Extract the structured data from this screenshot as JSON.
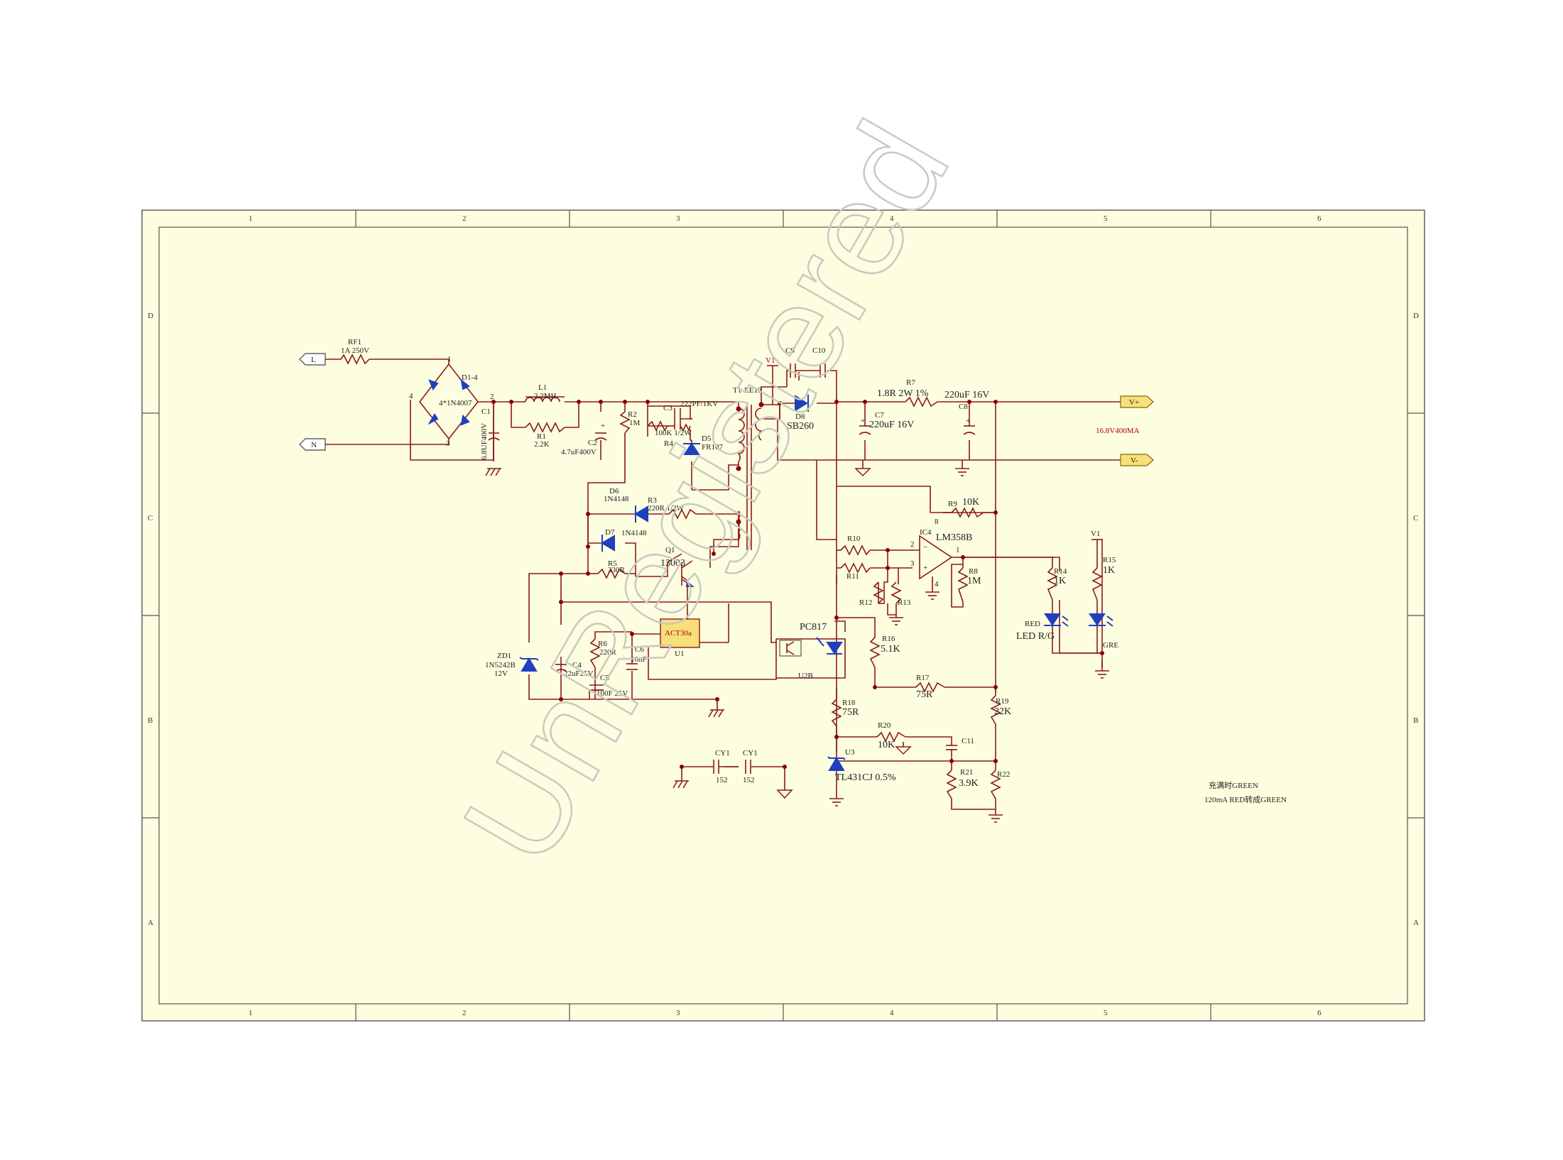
{
  "watermark": "UnRegistered",
  "frame": {
    "columns": [
      "1",
      "2",
      "3",
      "4",
      "5",
      "6"
    ],
    "rows": [
      "D",
      "C",
      "B",
      "A"
    ]
  },
  "ports": {
    "L": "L",
    "N": "N",
    "Vplus": "V+",
    "Vminus": "V-"
  },
  "output_spec": "16.8V400MA",
  "notes": [
    "充满时GREEN",
    "120mA RED转成GREEN"
  ],
  "components": {
    "RF1": {
      "ref": "RF1",
      "value": "1A 250V"
    },
    "D14": {
      "ref": "D1-4",
      "value": "4*1N4007"
    },
    "C1": {
      "ref": "C1",
      "value": "6.8UF400V"
    },
    "L1": {
      "ref": "L1",
      "value": "2.2MH"
    },
    "R1": {
      "ref": "R1",
      "value": "2.2K"
    },
    "C2": {
      "ref": "C2",
      "value": "4.7uF400V"
    },
    "R2": {
      "ref": "R2",
      "value": "1M"
    },
    "C3": {
      "ref": "C3",
      "value": "222PF/1KV"
    },
    "R4": {
      "ref": "R4",
      "value": "100K 1/2W"
    },
    "D5": {
      "ref": "D5",
      "value": "FR107"
    },
    "T1": {
      "ref": "T1",
      "value": "EE19"
    },
    "C9": {
      "ref": "C9"
    },
    "C10": {
      "ref": "C10"
    },
    "V1a": {
      "ref": "V1"
    },
    "D8": {
      "ref": "D8",
      "value": "SB260"
    },
    "R7": {
      "ref": "R7",
      "value": "1.8R 2W 1%"
    },
    "C7": {
      "ref": "C7",
      "value": "220uF 16V"
    },
    "C8": {
      "ref": "C8",
      "value": "220uF 16V"
    },
    "D6": {
      "ref": "D6",
      "value": "1N4148"
    },
    "R3": {
      "ref": "R3",
      "value": "220R 1/2W"
    },
    "D7": {
      "ref": "D7",
      "value": "1N4148"
    },
    "R5": {
      "ref": "R5",
      "value": "330R"
    },
    "Q1": {
      "ref": "Q1",
      "value": "13003"
    },
    "R9": {
      "ref": "R9",
      "value": "10K"
    },
    "IC4": {
      "ref": "IC4",
      "value": "LM358B"
    },
    "R10": {
      "ref": "R10"
    },
    "R11": {
      "ref": "R11"
    },
    "R8": {
      "ref": "R8",
      "value": "1M"
    },
    "R12": {
      "ref": "R12"
    },
    "R13": {
      "ref": "R13"
    },
    "R14": {
      "ref": "R14",
      "value": "1K"
    },
    "V1b": {
      "ref": "V1"
    },
    "R15": {
      "ref": "R15",
      "value": "1K"
    },
    "LED1": {
      "ref": "RED",
      "value": "LED R/G"
    },
    "LED2": {
      "ref": "GRE"
    },
    "ZD1": {
      "ref": "ZD1",
      "value": "1N5242B",
      "extra": "12V"
    },
    "C4": {
      "ref": "C4",
      "value": "22uF25V"
    },
    "R6": {
      "ref": "R6",
      "value": "220R"
    },
    "C6": {
      "ref": "C6",
      "value": "10nF"
    },
    "U1": {
      "ref": "U1",
      "value": "ACT30a"
    },
    "C5": {
      "ref": "C5",
      "value": "100F 25V"
    },
    "PC817": {
      "ref": "PC817",
      "sub": "U2B"
    },
    "R16": {
      "ref": "R16",
      "value": "5.1K"
    },
    "R17": {
      "ref": "R17",
      "value": "75R"
    },
    "R18": {
      "ref": "R18",
      "value": "75R"
    },
    "R19": {
      "ref": "R19",
      "value": "22K"
    },
    "R20": {
      "ref": "R20",
      "value": "10K"
    },
    "C11": {
      "ref": "C11"
    },
    "U3": {
      "ref": "U3",
      "value": "TL431CJ 0.5%"
    },
    "R21": {
      "ref": "R21",
      "value": "3.9K"
    },
    "R22": {
      "ref": "R22"
    },
    "CY1a": {
      "ref": "CY1",
      "value": "152"
    },
    "CY1b": {
      "ref": "CY1",
      "value": "152"
    }
  },
  "pins": {
    "d14_1": "1",
    "d14_2": "2",
    "d14_3": "3",
    "d14_4": "4",
    "ic4_1": "1",
    "ic4_2": "2",
    "ic4_3": "3",
    "ic4_4": "4",
    "ic4_8": "8"
  },
  "colors": {
    "background": "#fdfde0",
    "wire": "#8b1a1a",
    "component": "#1f3fbf",
    "chip_fill": "#f7e07a"
  }
}
